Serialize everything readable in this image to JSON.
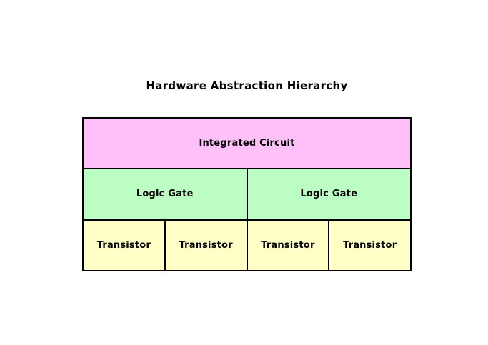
{
  "title": "Hardware Abstraction Hierarchy",
  "colors": {
    "background": "#ffffff",
    "border": "#000000",
    "text": "#000000",
    "integrated_circuit_fill": "#ffc0fa",
    "logic_gate_fill": "#bcfdc3",
    "transistor_fill": "#ffffc6"
  },
  "hierarchy": {
    "levels": [
      {
        "name": "integrated-circuit",
        "cells": [
          {
            "label": "Integrated Circuit"
          }
        ]
      },
      {
        "name": "logic-gate",
        "cells": [
          {
            "label": "Logic Gate"
          },
          {
            "label": "Logic Gate"
          }
        ]
      },
      {
        "name": "transistor",
        "cells": [
          {
            "label": "Transistor"
          },
          {
            "label": "Transistor"
          },
          {
            "label": "Transistor"
          },
          {
            "label": "Transistor"
          }
        ]
      }
    ]
  }
}
